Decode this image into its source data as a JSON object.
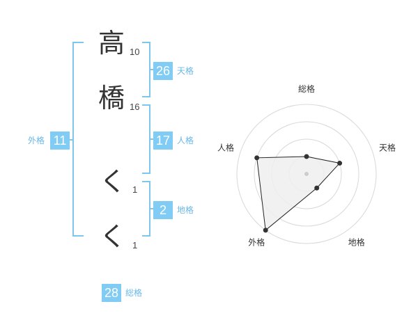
{
  "name": {
    "chars": [
      {
        "char": "高",
        "strokes": "10"
      },
      {
        "char": "橋",
        "strokes": "16"
      },
      {
        "char": "く",
        "strokes": "1"
      },
      {
        "char": "く",
        "strokes": "1"
      }
    ]
  },
  "kaku": {
    "tenkaku": {
      "value": "26",
      "label": "天格"
    },
    "jinkaku": {
      "value": "17",
      "label": "人格"
    },
    "chikaku": {
      "value": "2",
      "label": "地格"
    },
    "gaikaku": {
      "value": "11",
      "label": "外格"
    },
    "soukaku": {
      "value": "28",
      "label": "総格"
    }
  },
  "chart_data": {
    "type": "radar",
    "axes": [
      "総格",
      "天格",
      "地格",
      "外格",
      "人格"
    ],
    "rings": 4,
    "max": 4,
    "values": [
      1,
      2,
      1,
      4,
      3
    ]
  },
  "colors": {
    "accent": "#80ccf5",
    "bracket": "#7fc6ef",
    "radar_fill": "#eeeeee",
    "radar_line": "#222222"
  }
}
